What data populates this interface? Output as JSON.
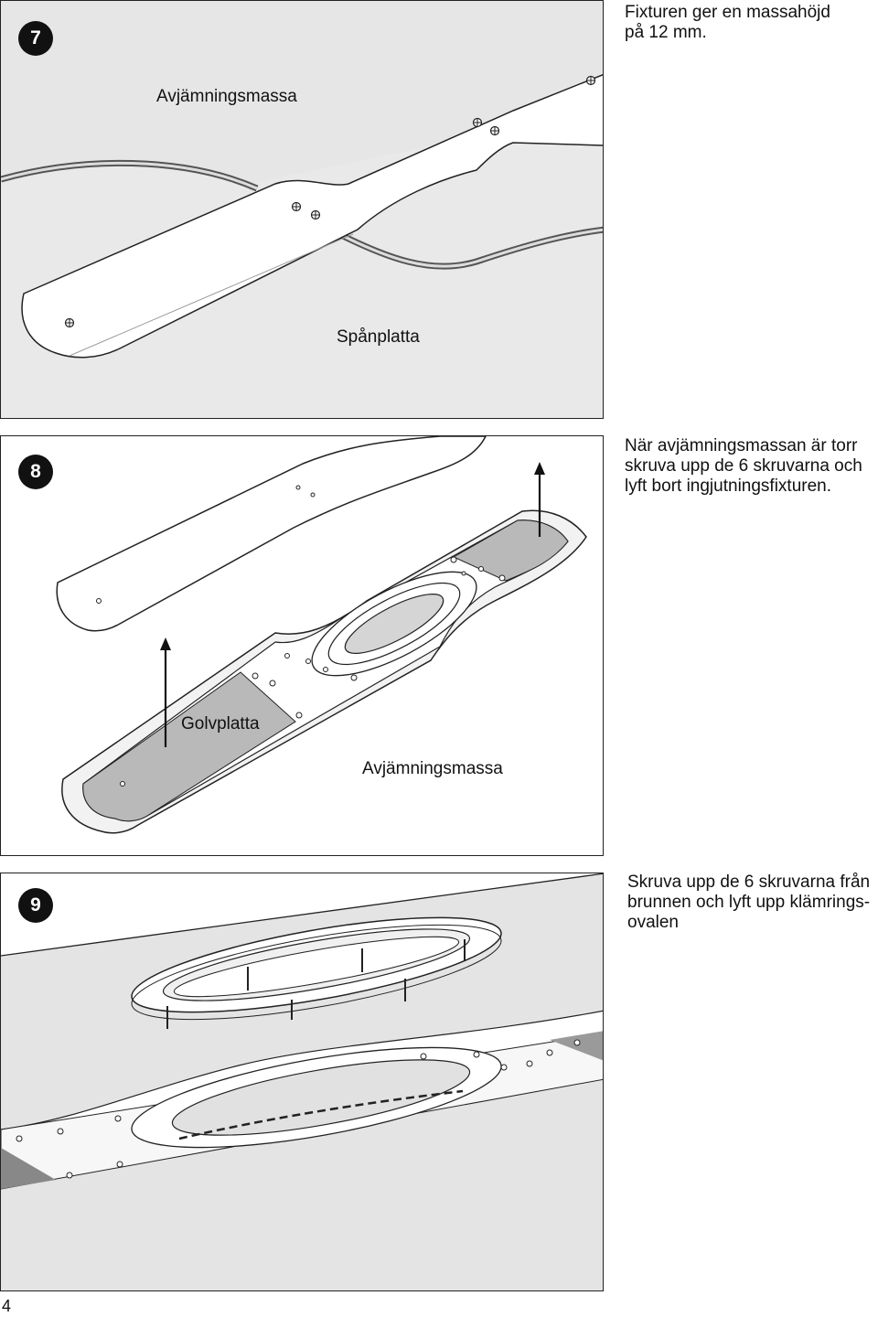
{
  "steps": [
    {
      "number": "7",
      "caption_lines": [
        "Fixturen ger en massahöjd",
        "på 12 mm."
      ],
      "labels": {
        "top": "Avjämningsmassa",
        "bottom": "Spånplatta"
      }
    },
    {
      "number": "8",
      "caption_lines": [
        "När avjämningsmassan är torr",
        "skruva upp de 6 skruvarna och",
        "lyft bort ingjutningsfixturen."
      ],
      "labels": {
        "left": "Golvplatta",
        "bottom": "Avjämningsmassa"
      }
    },
    {
      "number": "9",
      "caption_lines": [
        "Skruva upp de 6 skruvarna från",
        "brunnen och lyft upp klämrings-",
        "ovalen"
      ]
    }
  ],
  "page_number": "4"
}
